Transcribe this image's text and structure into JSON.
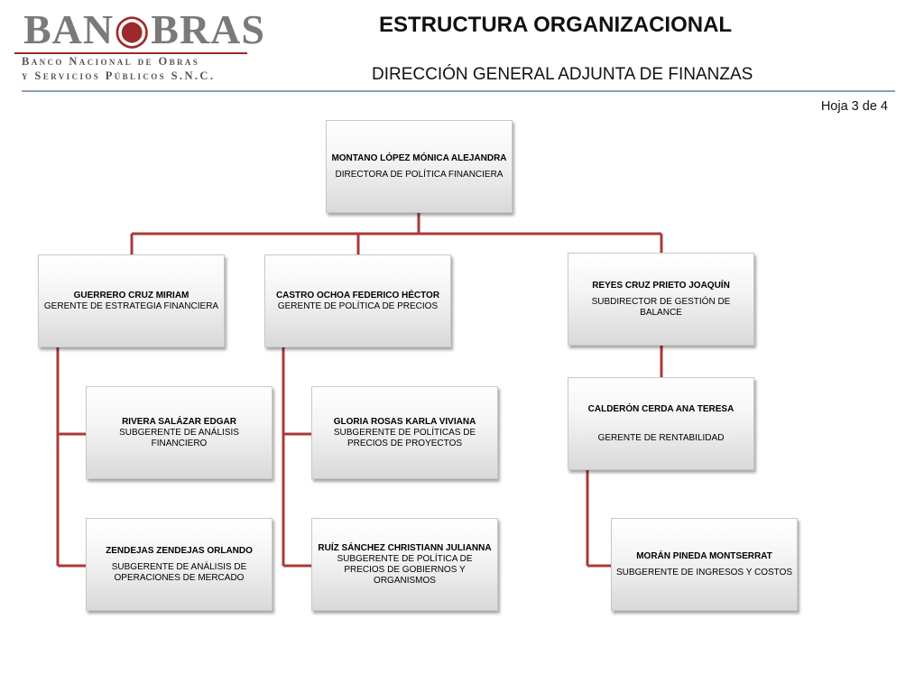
{
  "brand": {
    "wordmark_left": "BAN",
    "wordmark_right": "BRAS",
    "line1": "Banco Nacional de Obras",
    "line2": "y Servicios Públicos S.N.C."
  },
  "header": {
    "title": "ESTRUCTURA ORGANIZACIONAL",
    "subtitle": "DIRECCIÓN GENERAL ADJUNTA DE FINANZAS",
    "page": "Hoja 3 de 4"
  },
  "colors": {
    "connector": "#a83a3a",
    "accent": "#9c2a2a",
    "rule": "#8aa0b8"
  },
  "org": {
    "director": {
      "name": "MONTANO LÓPEZ MÓNICA ALEJANDRA",
      "role": "DIRECTORA DE POLÍTICA FINANCIERA"
    },
    "guerrero": {
      "name": "GUERRERO CRUZ MIRIAM",
      "role": "GERENTE DE ESTRATEGIA FINANCIERA"
    },
    "castro": {
      "name": "CASTRO OCHOA FEDERICO HÉCTOR",
      "role": "GERENTE DE POLÍTICA DE PRECIOS"
    },
    "reyes": {
      "name": "REYES CRUZ PRIETO JOAQUÍN",
      "role": "SUBDIRECTOR DE GESTIÓN DE BALANCE"
    },
    "rivera": {
      "name": "RIVERA SALÁZAR EDGAR",
      "role": "SUBGERENTE DE ANÁLISIS FINANCIERO"
    },
    "gloria": {
      "name": "GLORIA ROSAS KARLA VIVIANA",
      "role": "SUBGERENTE DE POLÍTICAS DE PRECIOS DE PROYECTOS"
    },
    "calderon": {
      "name": "CALDERÓN CERDA ANA TERESA",
      "role": "GERENTE DE RENTABILIDAD"
    },
    "zendejas": {
      "name": "ZENDEJAS ZENDEJAS ORLANDO",
      "role": "SUBGERENTE DE ANÁLISIS DE OPERACIONES DE MERCADO"
    },
    "ruiz": {
      "name": "RUÍZ SÁNCHEZ CHRISTIANN JULIANNA",
      "role": "SUBGERENTE DE POLÍTICA DE PRECIOS DE GOBIERNOS Y ORGANISMOS"
    },
    "moran": {
      "name": "MORÁN  PINEDA MONTSERRAT",
      "role": "SUBGERENTE DE  INGRESOS Y COSTOS"
    }
  }
}
